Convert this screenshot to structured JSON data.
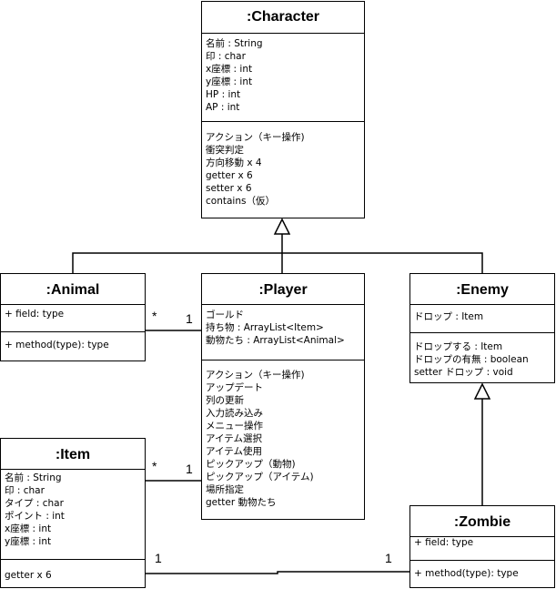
{
  "classes": {
    "character": {
      "name": ":Character",
      "attributes": [
        "名前 : String",
        "印 : char",
        "x座標 : int",
        "y座標 : int",
        "HP : int",
        "AP : int"
      ],
      "operations": [
        "アクション（キー操作)",
        "衝突判定",
        "方向移動 x 4",
        "getter x 6",
        "setter x 6",
        "contains（仮）"
      ]
    },
    "animal": {
      "name": ":Animal",
      "attributes": [
        "+ field: type"
      ],
      "operations": [
        "+ method(type): type"
      ]
    },
    "player": {
      "name": ":Player",
      "attributes": [
        "ゴールド",
        "持ち物 : ArrayList<Item>",
        "動物たち : ArrayList<Animal>"
      ],
      "operations": [
        "アクション（キー操作)",
        "アップデート",
        "列の更新",
        "入力読み込み",
        "メニュー操作",
        "アイテム選択",
        "アイテム使用",
        "ピックアップ（動物)",
        "ピックアップ（アイテム)",
        "場所指定",
        "getter 動物たち"
      ]
    },
    "enemy": {
      "name": ":Enemy",
      "attributes": [
        "ドロップ : Item"
      ],
      "operations": [
        "ドロップする : Item",
        "ドロップの有無 : boolean",
        "setter ドロップ : void"
      ]
    },
    "item": {
      "name": ":Item",
      "attributes": [
        "名前 : String",
        "印 : char",
        "タイプ : char",
        "ポイント : int",
        "x座標 : int",
        "y座標 : int"
      ],
      "operations": [
        "getter x 6"
      ]
    },
    "zombie": {
      "name": ":Zombie",
      "attributes": [
        "+ field: type"
      ],
      "operations": [
        "+ method(type): type"
      ]
    }
  },
  "associations": {
    "animal_player": {
      "source_mult": "*",
      "target_mult": "1"
    },
    "item_player": {
      "source_mult": "*",
      "target_mult": "1"
    },
    "item_zombie": {
      "source_mult": "1",
      "target_mult": "1"
    }
  },
  "colors": {
    "line": "#000000",
    "box_fill": "#ffffff",
    "text": "#000000"
  }
}
